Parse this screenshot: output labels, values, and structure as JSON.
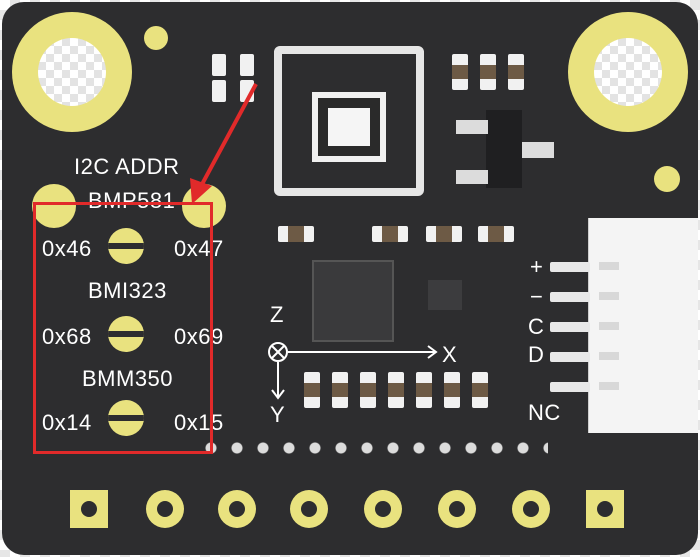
{
  "labels": {
    "i2c_addr": "I2C ADDR",
    "bmp581": "BMP581",
    "bmp581_left": "0x46",
    "bmp581_right": "0x47",
    "bmi323": "BMI323",
    "bmi323_left": "0x68",
    "bmi323_right": "0x69",
    "bmm350": "BMM350",
    "bmm350_left": "0x14",
    "bmm350_right": "0x15"
  },
  "axes": {
    "z": "Z",
    "x": "X",
    "y": "Y"
  },
  "connector_pins": [
    "+",
    "−",
    "C",
    "D",
    "NC"
  ],
  "colors": {
    "board": "#2d2d2f",
    "silk": "#ffffff",
    "gold": "#e9e27f",
    "highlight": "#e12a2a"
  }
}
